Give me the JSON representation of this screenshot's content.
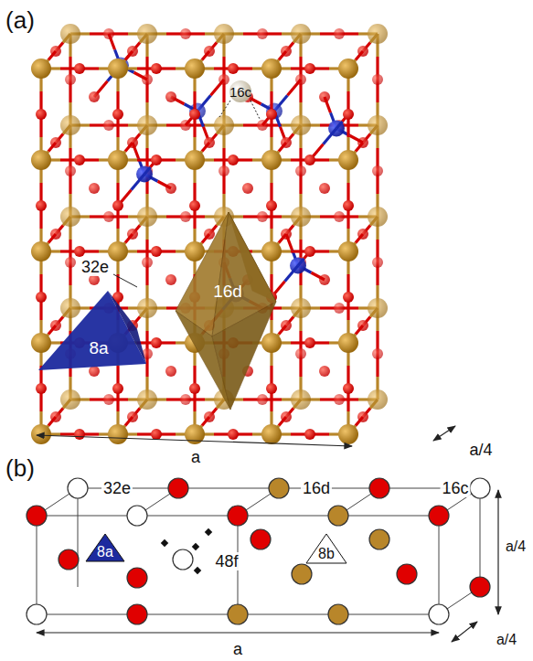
{
  "diagram": {
    "labels": [
      "(a)",
      "16c",
      "32e",
      "16d",
      "8a",
      "a",
      "a/4",
      "(b)",
      "32e",
      "16d",
      "16c",
      "8a",
      "48f",
      "8b",
      "a/4",
      "a/4",
      "a"
    ]
  }
}
